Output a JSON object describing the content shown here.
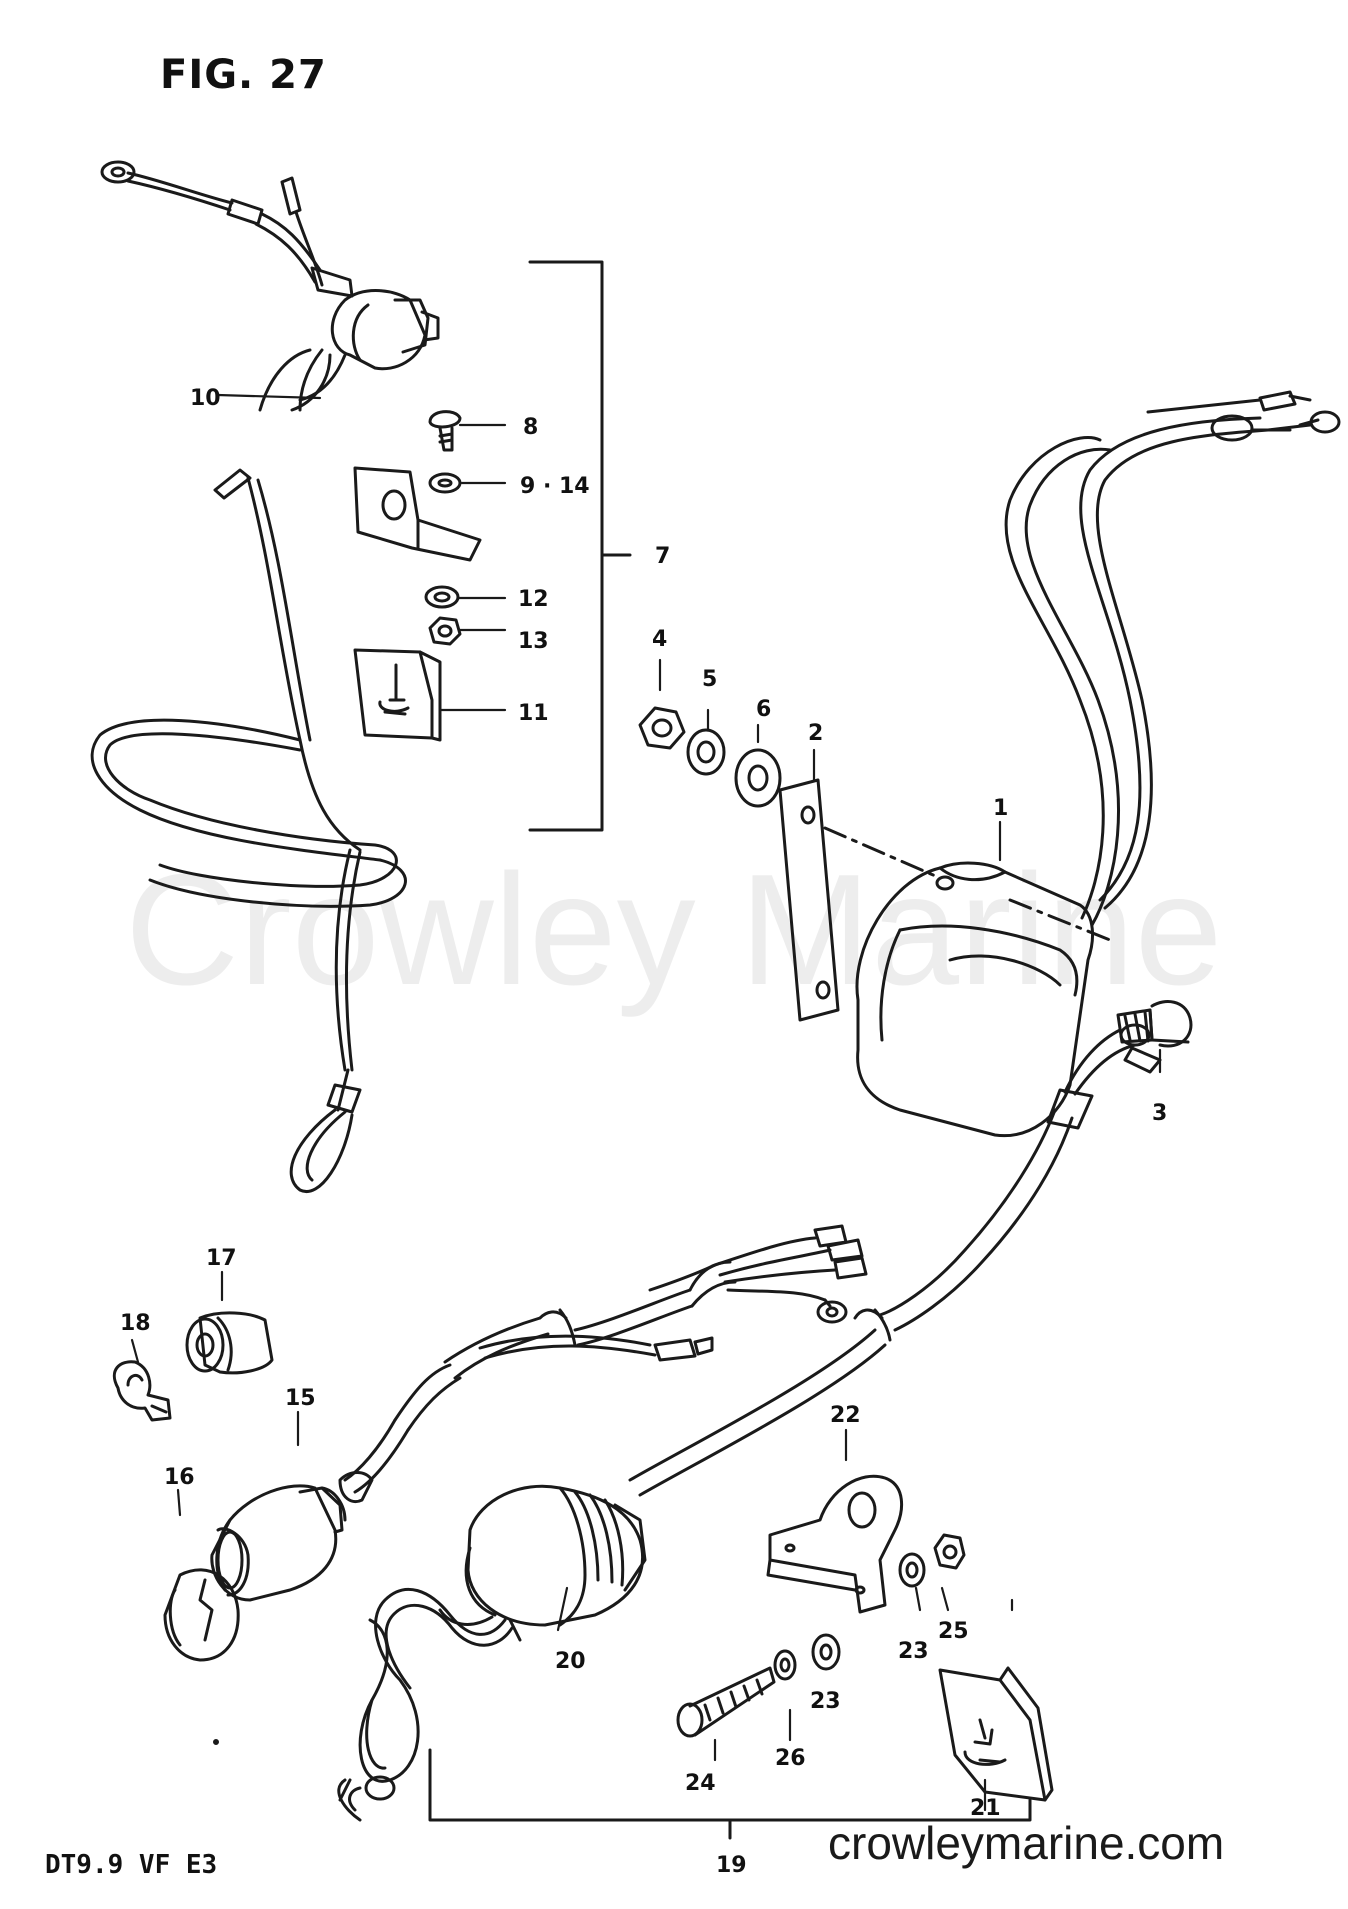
{
  "title": "FIG. 27",
  "model_code": "DT9.9 VF E3",
  "watermark": "Crowley Marine",
  "website": "crowleymarine.com",
  "part_labels": {
    "p1": "1",
    "p2": "2",
    "p3": "3",
    "p4": "4",
    "p5": "5",
    "p6": "6",
    "p7": "7",
    "p8": "8",
    "p9_14": "9 · 14",
    "p10": "10",
    "p11": "11",
    "p12": "12",
    "p13": "13",
    "p15": "15",
    "p16": "16",
    "p17": "17",
    "p18": "18",
    "p19": "19",
    "p20": "20",
    "p21": "21",
    "p22": "22",
    "p23a": "23",
    "p23b": "23",
    "p24": "24",
    "p25": "25",
    "p26": "26"
  },
  "colors": {
    "line": "#1a1a1a",
    "background": "#ffffff"
  }
}
